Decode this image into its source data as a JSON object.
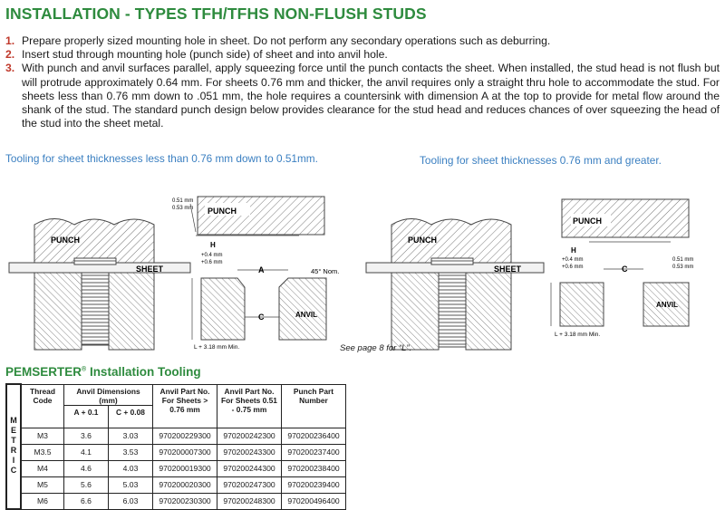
{
  "title": "INSTALLATION - TYPES TFH/TFHS NON-FLUSH STUDS",
  "steps": [
    {
      "num": "1.",
      "text": "Prepare properly sized mounting hole in sheet. Do not perform any secondary operations such as deburring."
    },
    {
      "num": "2.",
      "text": "Insert stud through mounting hole (punch side) of sheet and into anvil hole."
    },
    {
      "num": "3.",
      "text": "With punch and anvil surfaces parallel, apply squeezing force until the punch contacts the sheet. When installed, the stud head is not flush but will protrude approximately 0.64 mm. For sheets 0.76 mm and thicker, the anvil requires only a straight thru hole to accommodate the stud. For sheets less than 0.76 mm down to .051 mm, the hole requires a countersink with dimension A at the top to provide for metal flow around the shank of the stud. The standard punch design below provides clearance for the stud head and reduces chances of over squeezing the head of the stud into the sheet metal."
    }
  ],
  "captions": {
    "left": "Tooling for sheet thicknesses less than 0.76 mm down to 0.51mm.",
    "right": "Tooling for sheet thicknesses 0.76 mm and greater."
  },
  "diagram_labels": {
    "punch": "PUNCH",
    "sheet": "SHEET",
    "anvil": "ANVIL",
    "dim_a": "A",
    "dim_c": "C",
    "dim_h": "H",
    "tol_h1": "+0.4 mm",
    "tol_h2": "+0.6 mm",
    "gap1": "0.51 mm",
    "gap2": "0.53 mm",
    "angle": "45° Nom.",
    "l_min": "L + 3.18 mm Min."
  },
  "note": "See page 8 for “L”.",
  "section": {
    "title": "PEMSERTER",
    "reg": "®",
    "suffix": " Installation Tooling"
  },
  "table": {
    "side_label": "METRIC",
    "headers": {
      "thread": "Thread Code",
      "anvil_dims": "Anvil Dimensions (mm)",
      "a": "A + 0.1",
      "c": "C + 0.08",
      "anvil_thick": "Anvil Part No. For Sheets > 0.76 mm",
      "anvil_thin": "Anvil Part No. For Sheets 0.51 - 0.75 mm",
      "punch": "Punch Part Number"
    },
    "rows": [
      [
        "M3",
        "3.6",
        "3.03",
        "970200229300",
        "970200242300",
        "970200236400"
      ],
      [
        "M3.5",
        "4.1",
        "3.53",
        "970200007300",
        "970200243300",
        "970200237400"
      ],
      [
        "M4",
        "4.6",
        "4.03",
        "970200019300",
        "970200244300",
        "970200238400"
      ],
      [
        "M5",
        "5.6",
        "5.03",
        "970200020300",
        "970200247300",
        "970200239400"
      ],
      [
        "M6",
        "6.6",
        "6.03",
        "970200230300",
        "970200248300",
        "970200496400"
      ]
    ]
  }
}
